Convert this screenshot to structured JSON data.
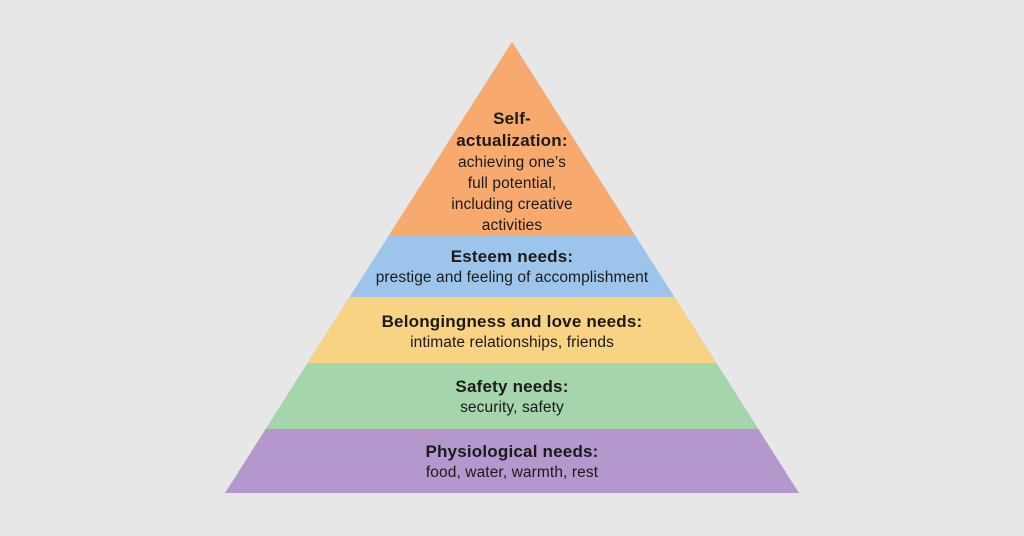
{
  "canvas": {
    "background_color": "#e7e7e7",
    "text_color": "#1b1b1b"
  },
  "levels": [
    {
      "id": "self-actualization",
      "heading": "Self-\nactualization:",
      "description": "achieving one’s\nfull potential,\nincluding creative\nactivities",
      "color": "#f8aa6e"
    },
    {
      "id": "esteem",
      "heading": "Esteem needs:",
      "description": "prestige and feeling of accomplishment",
      "color": "#9dc5ec"
    },
    {
      "id": "belongingness",
      "heading": "Belongingness and love needs:",
      "description": "intimate relationships, friends",
      "color": "#f7d383"
    },
    {
      "id": "safety",
      "heading": "Safety needs:",
      "description": "security, safety",
      "color": "#a4d5ab"
    },
    {
      "id": "physiological",
      "heading": "Physiological needs:",
      "description": "food, water, warmth, rest",
      "color": "#b497cc"
    }
  ]
}
